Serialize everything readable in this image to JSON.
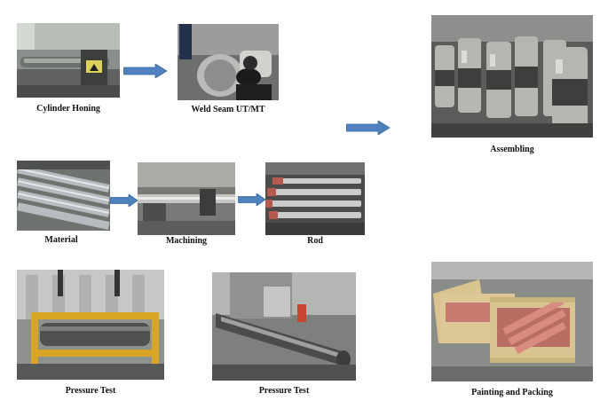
{
  "captions": {
    "cylinder_honing": "Cylinder Honing",
    "weld_seam": "Weld Seam UT/MT",
    "assembling": "Assembling",
    "material": "Material",
    "machining": "Machining",
    "rod": "Rod",
    "pressure_test_1": "Pressure Test",
    "pressure_test_2": "Pressure Test",
    "painting_packing": "Painting and Packing"
  },
  "colors": {
    "arrow_fill": "#4f81bd",
    "arrow_stroke": "#3a6aa0"
  },
  "icons": {
    "flow_arrow": "right-arrow-icon"
  }
}
